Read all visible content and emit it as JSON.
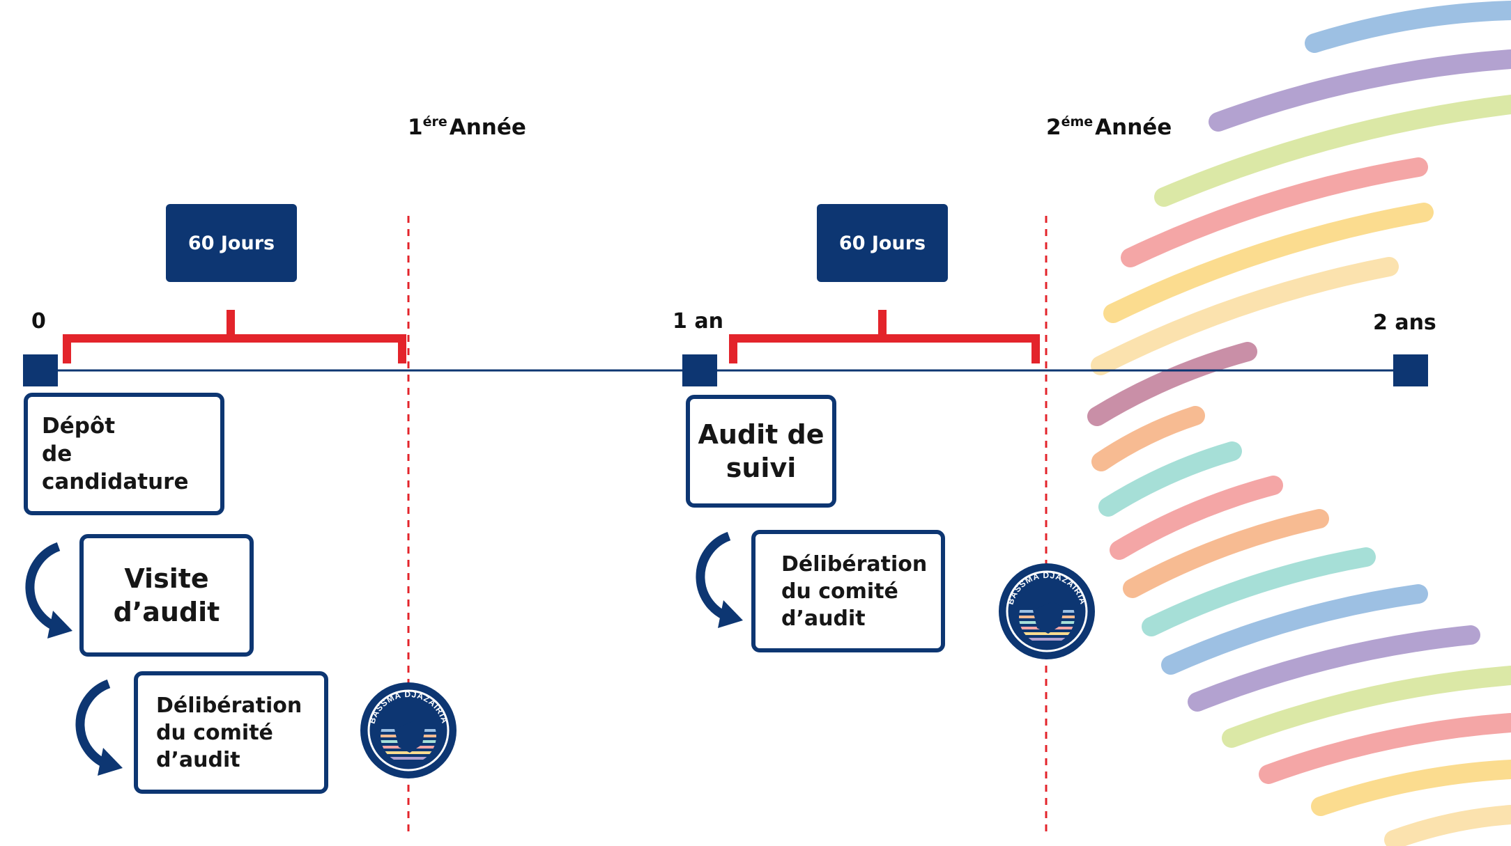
{
  "colors": {
    "navy": "#0d3672",
    "bracket_red": "#e3242b",
    "axis": "#0d3672",
    "arcs": [
      "#9dc0e3",
      "#b3a2d0",
      "#dbe8a6",
      "#f4a6a6",
      "#fbdc8f",
      "#fbe2ae",
      "#c98fa7",
      "#f7bb92",
      "#a6dfd7"
    ]
  },
  "years": {
    "first": {
      "num": "1",
      "sup": "ére",
      "word": "Année"
    },
    "second": {
      "num": "2",
      "sup": "éme",
      "word": "Année"
    }
  },
  "ticks": {
    "start": "0",
    "one_year": "1 an",
    "two_years": "2 ans"
  },
  "durations": {
    "first": "60 Jours",
    "second": "60 Jours"
  },
  "steps": {
    "depot": [
      "Dépôt",
      "de candidature"
    ],
    "visite": [
      "Visite",
      "d’audit"
    ],
    "deliberation_1": [
      "Délibération",
      "du comité",
      "d’audit"
    ],
    "audit_suivi": [
      "Audit de",
      "suivi"
    ],
    "deliberation_2": [
      "Délibération",
      "du comité",
      "d’audit"
    ]
  },
  "badge": {
    "text": "BASSMA DJAZAIRIA",
    "icon": "bassma-djazairia-seal"
  }
}
